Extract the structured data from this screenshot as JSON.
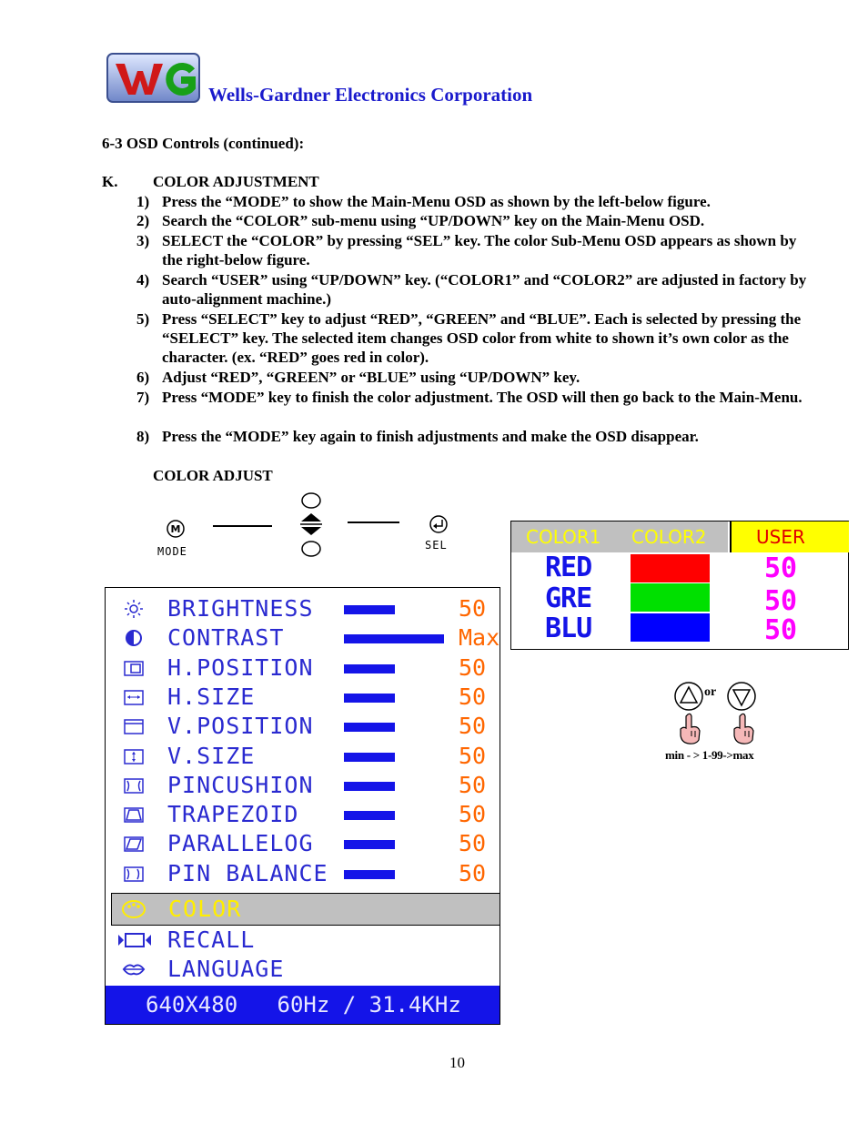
{
  "header": {
    "company": "Wells-Gardner Electronics Corporation",
    "logo_alt": "WG"
  },
  "section_title": "6-3 OSD Controls (continued):",
  "item": {
    "letter": "K.",
    "title": "COLOR ADJUSTMENT"
  },
  "steps": [
    {
      "num": "1)",
      "text": "Press the “MODE” to show the Main-Menu OSD as shown by the left-below figure."
    },
    {
      "num": "2)",
      "text": "Search the “COLOR” sub-menu using “UP/DOWN” key on the Main-Menu OSD."
    },
    {
      "num": "3)",
      "text": "SELECT the “COLOR” by pressing “SEL” key.  The color Sub-Menu OSD appears as shown by the right-below figure."
    },
    {
      "num": "4)",
      "text": "Search “USER” using “UP/DOWN” key.  (“COLOR1” and “COLOR2” are adjusted in factory by auto-alignment machine.)"
    },
    {
      "num": "5)",
      "text": "Press “SELECT” key to adjust “RED”, “GREEN” and “BLUE”.  Each is selected by pressing the “SELECT” key.  The selected item changes OSD color from white to shown it’s own color as the character. (ex. “RED” goes red in color)."
    },
    {
      "num": "6)",
      "text": "Adjust “RED”, “GREEN” or “BLUE” using “UP/DOWN” key."
    },
    {
      "num": "7)",
      "text": "Press “MODE” key to finish the color adjustment.  The OSD will then go back to the Main-Menu."
    },
    {
      "num": "8)",
      "text": "Press the “MODE” key again to finish adjustments and make the OSD disappear."
    }
  ],
  "subtitle": "COLOR ADJUST",
  "keys": {
    "mode_label": "MODE",
    "sel_label": "SEL"
  },
  "main_osd": {
    "items": [
      {
        "label": "BRIGHTNESS",
        "value": "50",
        "icon": "sun-icon",
        "level": 0.5
      },
      {
        "label": "CONTRAST",
        "value": "Max",
        "icon": "contrast-icon",
        "level": 1.0
      },
      {
        "label": "H.POSITION",
        "value": "50",
        "icon": "h-position-icon",
        "level": 0.5
      },
      {
        "label": "H.SIZE",
        "value": "50",
        "icon": "h-size-icon",
        "level": 0.5
      },
      {
        "label": "V.POSITION",
        "value": "50",
        "icon": "v-position-icon",
        "level": 0.5
      },
      {
        "label": "V.SIZE",
        "value": "50",
        "icon": "v-size-icon",
        "level": 0.5
      },
      {
        "label": "PINCUSHION",
        "value": "50",
        "icon": "pincushion-icon",
        "level": 0.5
      },
      {
        "label": "TRAPEZOID",
        "value": "50",
        "icon": "trapezoid-icon",
        "level": 0.5
      },
      {
        "label": "PARALLELOG",
        "value": "50",
        "icon": "parallelogram-icon",
        "level": 0.5
      },
      {
        "label": "PIN BALANCE",
        "value": "50",
        "icon": "pin-balance-icon",
        "level": 0.5
      }
    ],
    "selected": "COLOR",
    "extra": [
      "RECALL",
      "LANGUAGE"
    ],
    "footer": "640X480   60Hz / 31.4KHz"
  },
  "color_osd": {
    "tabs": [
      "COLOR1",
      "COLOR2",
      "USER"
    ],
    "channels": [
      {
        "name": "RED",
        "value": "50",
        "swatch": "#ff0000"
      },
      {
        "name": "GRE",
        "value": "50",
        "swatch": "#00e000"
      },
      {
        "name": "BLU",
        "value": "50",
        "swatch": "#0000ff"
      }
    ]
  },
  "adjust_hint": {
    "or": "or",
    "range": "min - > 1-99->max"
  },
  "page_number": "10"
}
